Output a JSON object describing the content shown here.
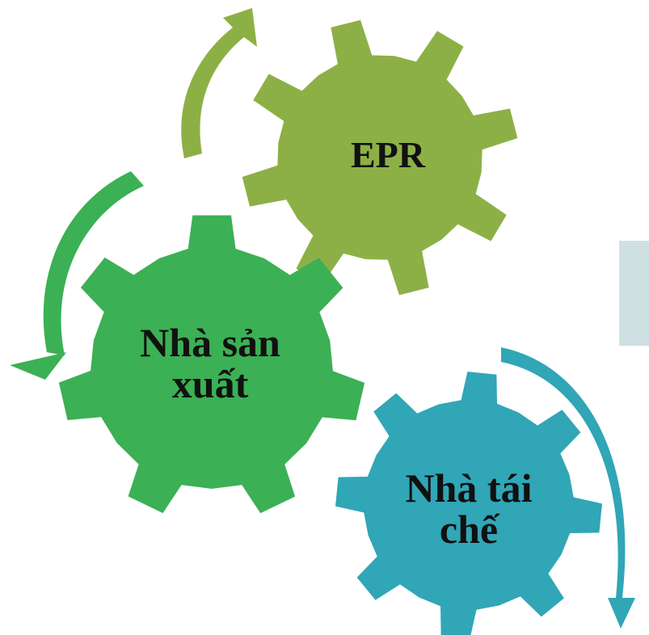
{
  "diagram": {
    "gears": [
      {
        "label": "EPR",
        "color": "#8db046"
      },
      {
        "label": "Nhà sản xuất",
        "color": "#3bb054"
      },
      {
        "label": "Nhà tái chế",
        "color": "#30a6b6"
      }
    ],
    "arrow_colors": [
      "#8db046",
      "#3bb054",
      "#30a6b6"
    ],
    "side_box_color": "#cfe0e3"
  }
}
